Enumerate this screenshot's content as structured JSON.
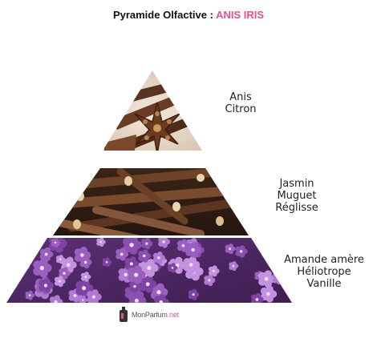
{
  "title": {
    "prefix": "Pyramide Olfactive : ",
    "perfume": "ANIS IRIS"
  },
  "tiers": [
    {
      "image": "star-anise-photo",
      "notes": [
        "Anis",
        "Citron"
      ]
    },
    {
      "image": "liquorice-sticks-photo",
      "notes": [
        "Jasmin",
        "Muguet",
        "Réglisse"
      ]
    },
    {
      "image": "heliotrope-flowers-photo",
      "notes": [
        "Amande amère",
        "Héliotrope",
        "Vanille"
      ]
    }
  ],
  "logo": {
    "brand": "MonParfum",
    "tld": ".net"
  },
  "colors": {
    "accent": "#e8508a",
    "text": "#222222",
    "title": "#111111"
  }
}
